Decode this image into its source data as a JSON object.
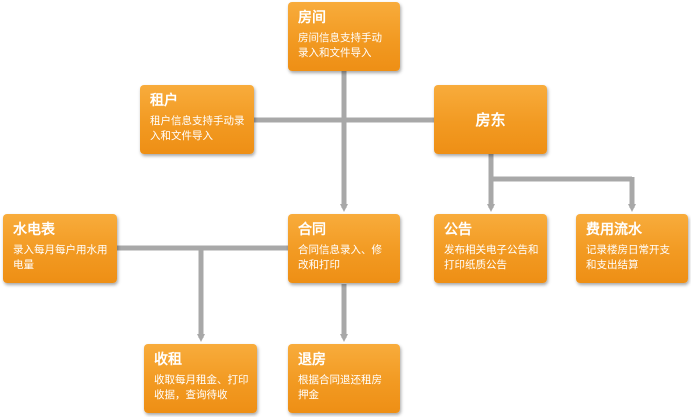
{
  "nodes": {
    "room": {
      "title": "房间",
      "desc": "房间信息支持手动录入和文件导入"
    },
    "tenant": {
      "title": "租户",
      "desc": "租户信息支持手动录入和文件导入"
    },
    "landlord": {
      "title": "房东"
    },
    "meter": {
      "title": "水电表",
      "desc": "录入每月每户用水用电量"
    },
    "contract": {
      "title": "合同",
      "desc": "合同信息录入、修改和打印"
    },
    "notice": {
      "title": "公告",
      "desc": "发布相关电子公告和打印纸质公告"
    },
    "expense": {
      "title": "费用流水",
      "desc": "记录楼房日常开支和支出结算"
    },
    "rent": {
      "title": "收租",
      "desc": "收取每月租金、打印收据，查询待收"
    },
    "checkout": {
      "title": "退房",
      "desc": "根据合同退还租房押金"
    }
  },
  "colors": {
    "node_fill": "#f29a22",
    "connector": "#a8a8a8",
    "text": "#ffffff"
  }
}
